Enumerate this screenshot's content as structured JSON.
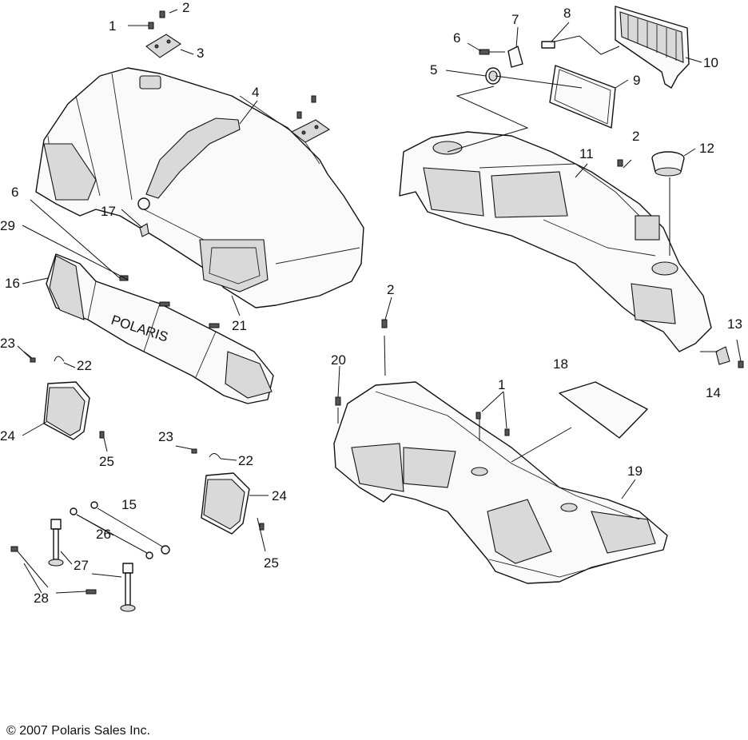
{
  "copyright": "© 2007 Polaris Sales Inc.",
  "hood_logo": "POLARIS",
  "callouts": [
    "1",
    "2",
    "3",
    "4",
    "5",
    "6",
    "7",
    "8",
    "9",
    "10",
    "11",
    "12",
    "13",
    "14",
    "15",
    "16",
    "17",
    "18",
    "19",
    "20",
    "21",
    "22",
    "23",
    "24",
    "25",
    "26",
    "27",
    "28",
    "29"
  ]
}
